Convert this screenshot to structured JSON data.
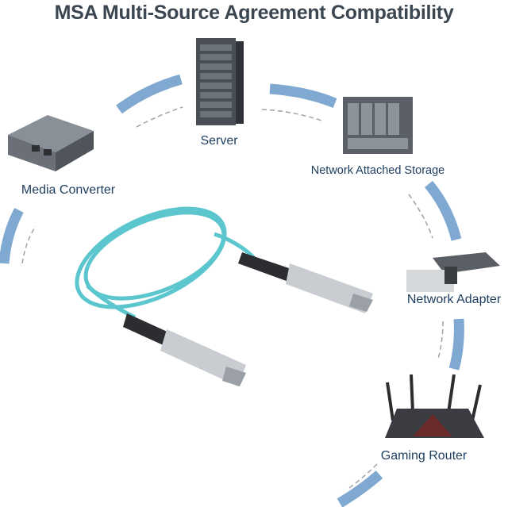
{
  "title": "MSA Multi-Source Agreement Compatibility",
  "devices": [
    {
      "label": "Server",
      "icon": "server-rack-icon"
    },
    {
      "label": "Network Attached Storage",
      "icon": "nas-icon"
    },
    {
      "label": "Media Converter",
      "icon": "media-converter-icon"
    },
    {
      "label": "Network Adapter",
      "icon": "network-adapter-card-icon"
    },
    {
      "label": "Gaming Router",
      "icon": "router-icon"
    }
  ],
  "colors": {
    "arc": "#7fa9d0",
    "cable": "#5cc6cf",
    "label": "#1d3d5e",
    "title": "#3b4650"
  }
}
